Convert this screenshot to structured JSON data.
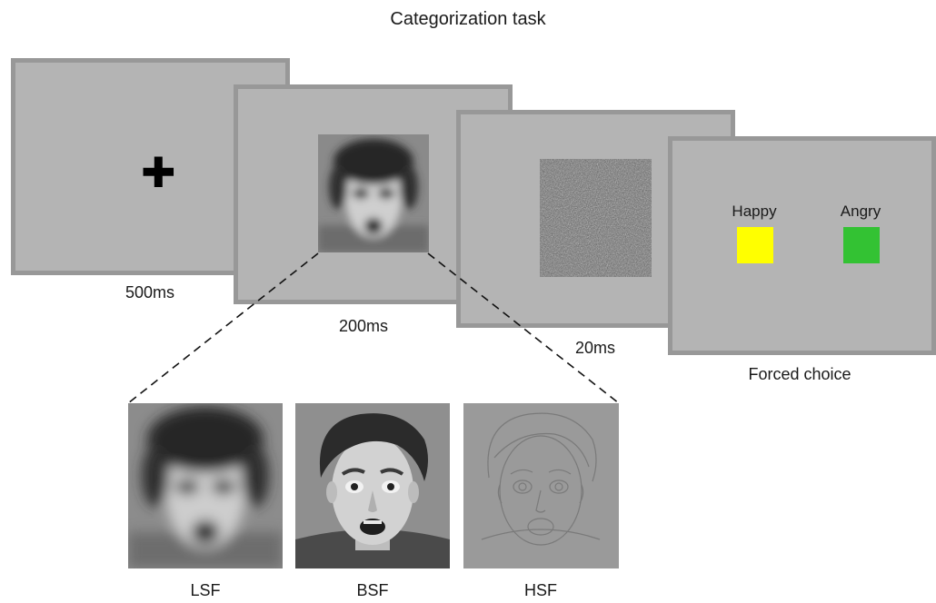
{
  "title": "Categorization task",
  "screens": [
    {
      "content": "fixation",
      "symbol": "✚",
      "duration": "500ms"
    },
    {
      "content": "face-stimulus",
      "duration": "200ms"
    },
    {
      "content": "noise-mask",
      "duration": "20ms"
    },
    {
      "content": "response",
      "duration": "Forced choice"
    }
  ],
  "choices": [
    {
      "label": "Happy",
      "color": "#ffff00"
    },
    {
      "label": "Angry",
      "color": "#33c233"
    }
  ],
  "filter_conditions": [
    {
      "label": "LSF"
    },
    {
      "label": "BSF"
    },
    {
      "label": "HSF"
    }
  ],
  "colors": {
    "screen_fill": "#b4b4b4",
    "screen_border": "#989898"
  }
}
